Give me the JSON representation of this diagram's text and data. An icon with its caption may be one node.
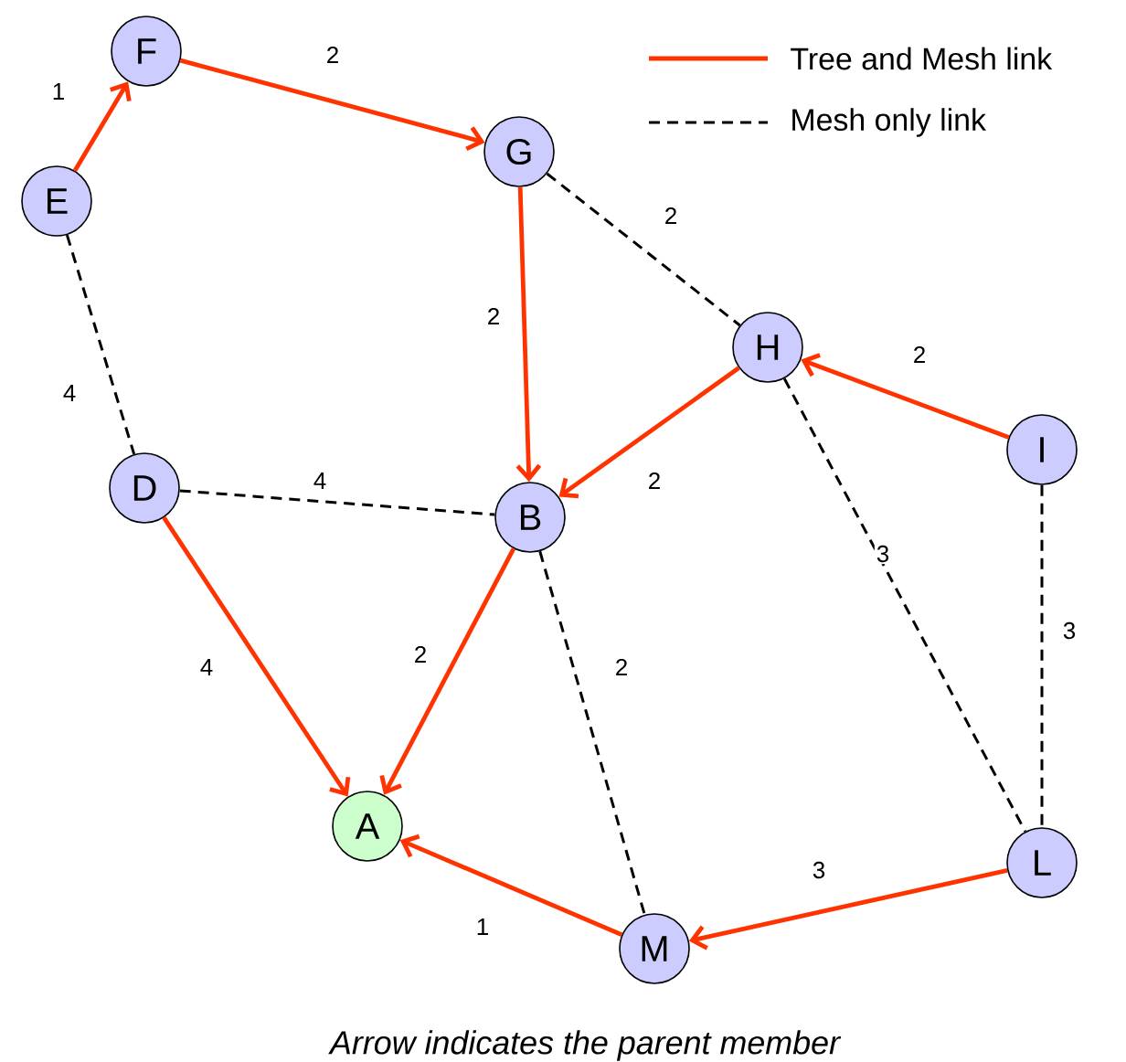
{
  "diagram": {
    "caption": "Arrow indicates the parent member",
    "nodes": [
      {
        "text": [
          "F"
        ]
      },
      {
        "text": [
          "G"
        ]
      },
      {
        "text": [
          "E"
        ]
      },
      {
        "text": [
          "H"
        ]
      },
      {
        "text": [
          "I"
        ]
      },
      {
        "text": [
          "D"
        ]
      },
      {
        "text": [
          "B"
        ]
      },
      {
        "text": [
          "A"
        ]
      },
      {
        "text": [
          "L"
        ]
      },
      {
        "text": [
          "M"
        ]
      }
    ],
    "edges": [
      {
        "from": 2,
        "to": 0,
        "arrow": "to",
        "label": "1"
      },
      {
        "from": 0,
        "to": 1,
        "arrow": "to",
        "label": "2"
      },
      {
        "from": 1,
        "to": 3,
        "arrow": "none",
        "label": "2",
        "style": "dashed",
        "color": "#000000"
      },
      {
        "from": 1,
        "to": 6,
        "arrow": "to",
        "label": "2"
      },
      {
        "from": 3,
        "to": 6,
        "arrow": "to",
        "label": "2"
      },
      {
        "from": 4,
        "to": 3,
        "arrow": "to",
        "label": "2"
      },
      {
        "from": 2,
        "to": 5,
        "arrow": "none",
        "label": "4",
        "style": "dashed",
        "color": "#000000"
      },
      {
        "from": 5,
        "to": 6,
        "arrow": "none",
        "label": "4",
        "style": "dashed",
        "color": "#000000"
      },
      {
        "from": 5,
        "to": 7,
        "arrow": "to",
        "label": "4"
      },
      {
        "from": 6,
        "to": 7,
        "arrow": "to",
        "label": "2"
      },
      {
        "from": 6,
        "to": 9,
        "arrow": "none",
        "label": "2",
        "style": "dashed",
        "color": "#000000"
      },
      {
        "from": 3,
        "to": 8,
        "arrow": "none",
        "label": "3",
        "style": "dashed",
        "color": "#000000"
      },
      {
        "from": 4,
        "to": 8,
        "arrow": "none",
        "label": "3",
        "style": "dashed",
        "color": "#000000"
      },
      {
        "from": 8,
        "to": 9,
        "arrow": "to",
        "label": "3"
      },
      {
        "from": 9,
        "to": 7,
        "arrow": "to",
        "label": "1"
      }
    ],
    "legend": [
      {
        "text": "Tree and Mesh link"
      },
      {
        "text": "Mesh only link"
      }
    ]
  }
}
